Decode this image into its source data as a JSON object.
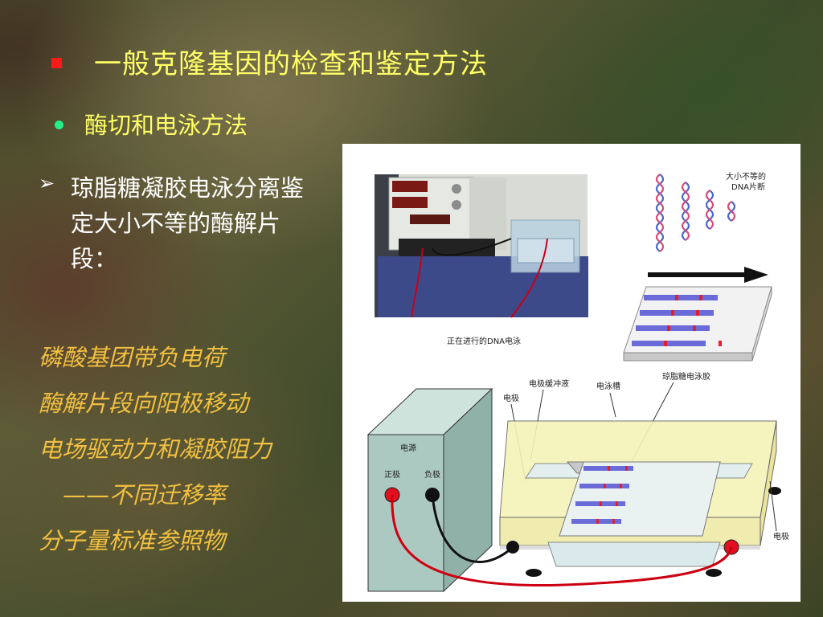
{
  "slide": {
    "title": "一般克隆基因的检查和鉴定方法",
    "subtitle": "酶切和电泳方法",
    "bullet": "琼脂糖凝胶电泳分离鉴定大小不等的酶解片段：",
    "notes": [
      "磷酸基团带负电荷",
      "酶解片段向阳极移动",
      "电场驱动力和凝胶阻力",
      "——不同迁移率",
      "分子量标准参照物"
    ]
  },
  "figure": {
    "photo_caption": "正在进行的DNA电泳",
    "dna_fragments_label_1": "大小不等的",
    "dna_fragments_label_2": "DNA片断",
    "gel_label": "琼脂糖电泳胶",
    "buffer_label": "电极缓冲液",
    "tank_label": "电泳槽",
    "electrode_label_left": "电极",
    "electrode_label_right": "电极",
    "power_label": "电源",
    "positive_label": "正极",
    "negative_label": "负极"
  },
  "colors": {
    "title": "#ffff66",
    "notes": "#f2c040",
    "bullet_square": "#ff1a1a",
    "sub_dot": "#22ee88"
  }
}
